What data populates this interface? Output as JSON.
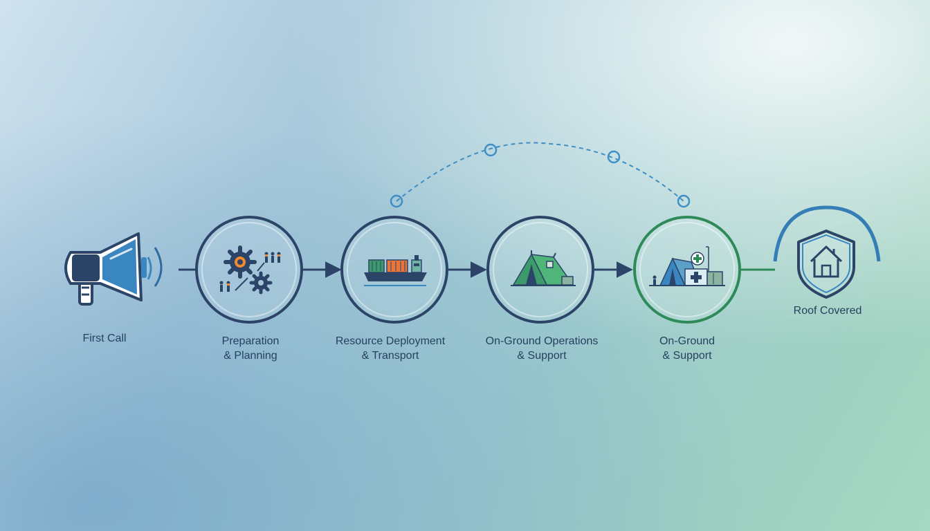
{
  "colors": {
    "navy": "#2c4468",
    "blue": "#3a86c0",
    "green": "#2f8a59",
    "dashed_path": "#3f8fc4"
  },
  "steps": [
    {
      "id": "first-call",
      "icon": "megaphone-icon",
      "label_lines": [
        "First Call"
      ]
    },
    {
      "id": "preparation",
      "icon": "gears-planning-icon",
      "label_lines": [
        "Preparation",
        "& Planning"
      ]
    },
    {
      "id": "resource-deployment",
      "icon": "cargo-ship-icon",
      "label_lines": [
        "Resource Deployment",
        "& Transport"
      ]
    },
    {
      "id": "on-ground-operations",
      "icon": "tent-icon",
      "label_lines": [
        "On-Ground Operations",
        "& Support"
      ]
    },
    {
      "id": "on-ground-support",
      "icon": "field-hospital-icon",
      "label_lines": [
        "On-Ground",
        "& Support"
      ]
    },
    {
      "id": "roof-covered",
      "icon": "shield-house-icon",
      "label_lines": [
        "Roof Covered"
      ]
    }
  ]
}
